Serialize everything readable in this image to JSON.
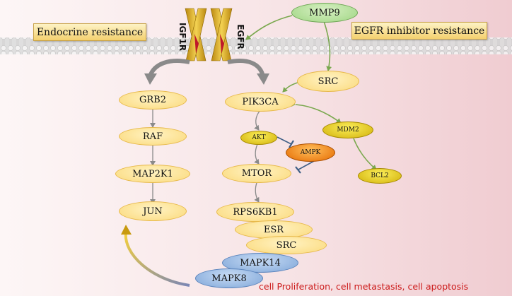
{
  "labels": {
    "endocrine_resistance": "Endocrine resistance",
    "egfr_inhibitor_resistance": "EGFR inhibitor resistance",
    "outcome": "cell Proliferation, cell metastasis, cell apoptosis"
  },
  "receptors": {
    "left": "IGF1R",
    "right": "EGFR"
  },
  "nodes": {
    "mmp9": "MMP9",
    "src_top": "SRC",
    "pik3ca": "PIK3CA",
    "grb2": "GRB2",
    "raf": "RAF",
    "map2k1": "MAP2K1",
    "jun": "JUN",
    "akt": "AKT",
    "ampk": "AMPK",
    "mdm2": "MDM2",
    "bcl2": "BCL2",
    "mtor": "MTOR",
    "rps6kb1": "RPS6KB1",
    "esr": "ESR",
    "src_bottom": "SRC",
    "mapk14": "MAPK14",
    "mapk8": "MAPK8"
  },
  "colors": {
    "membrane": "#d7d7d7",
    "receptor_gold": "#e2b22a",
    "receptor_red": "#c0182a",
    "arrow_green": "#7aa84e",
    "arrow_gray": "#8a8a8a",
    "inhibit_blue": "#3f5f86",
    "outcome_red": "#cc1a1a"
  }
}
